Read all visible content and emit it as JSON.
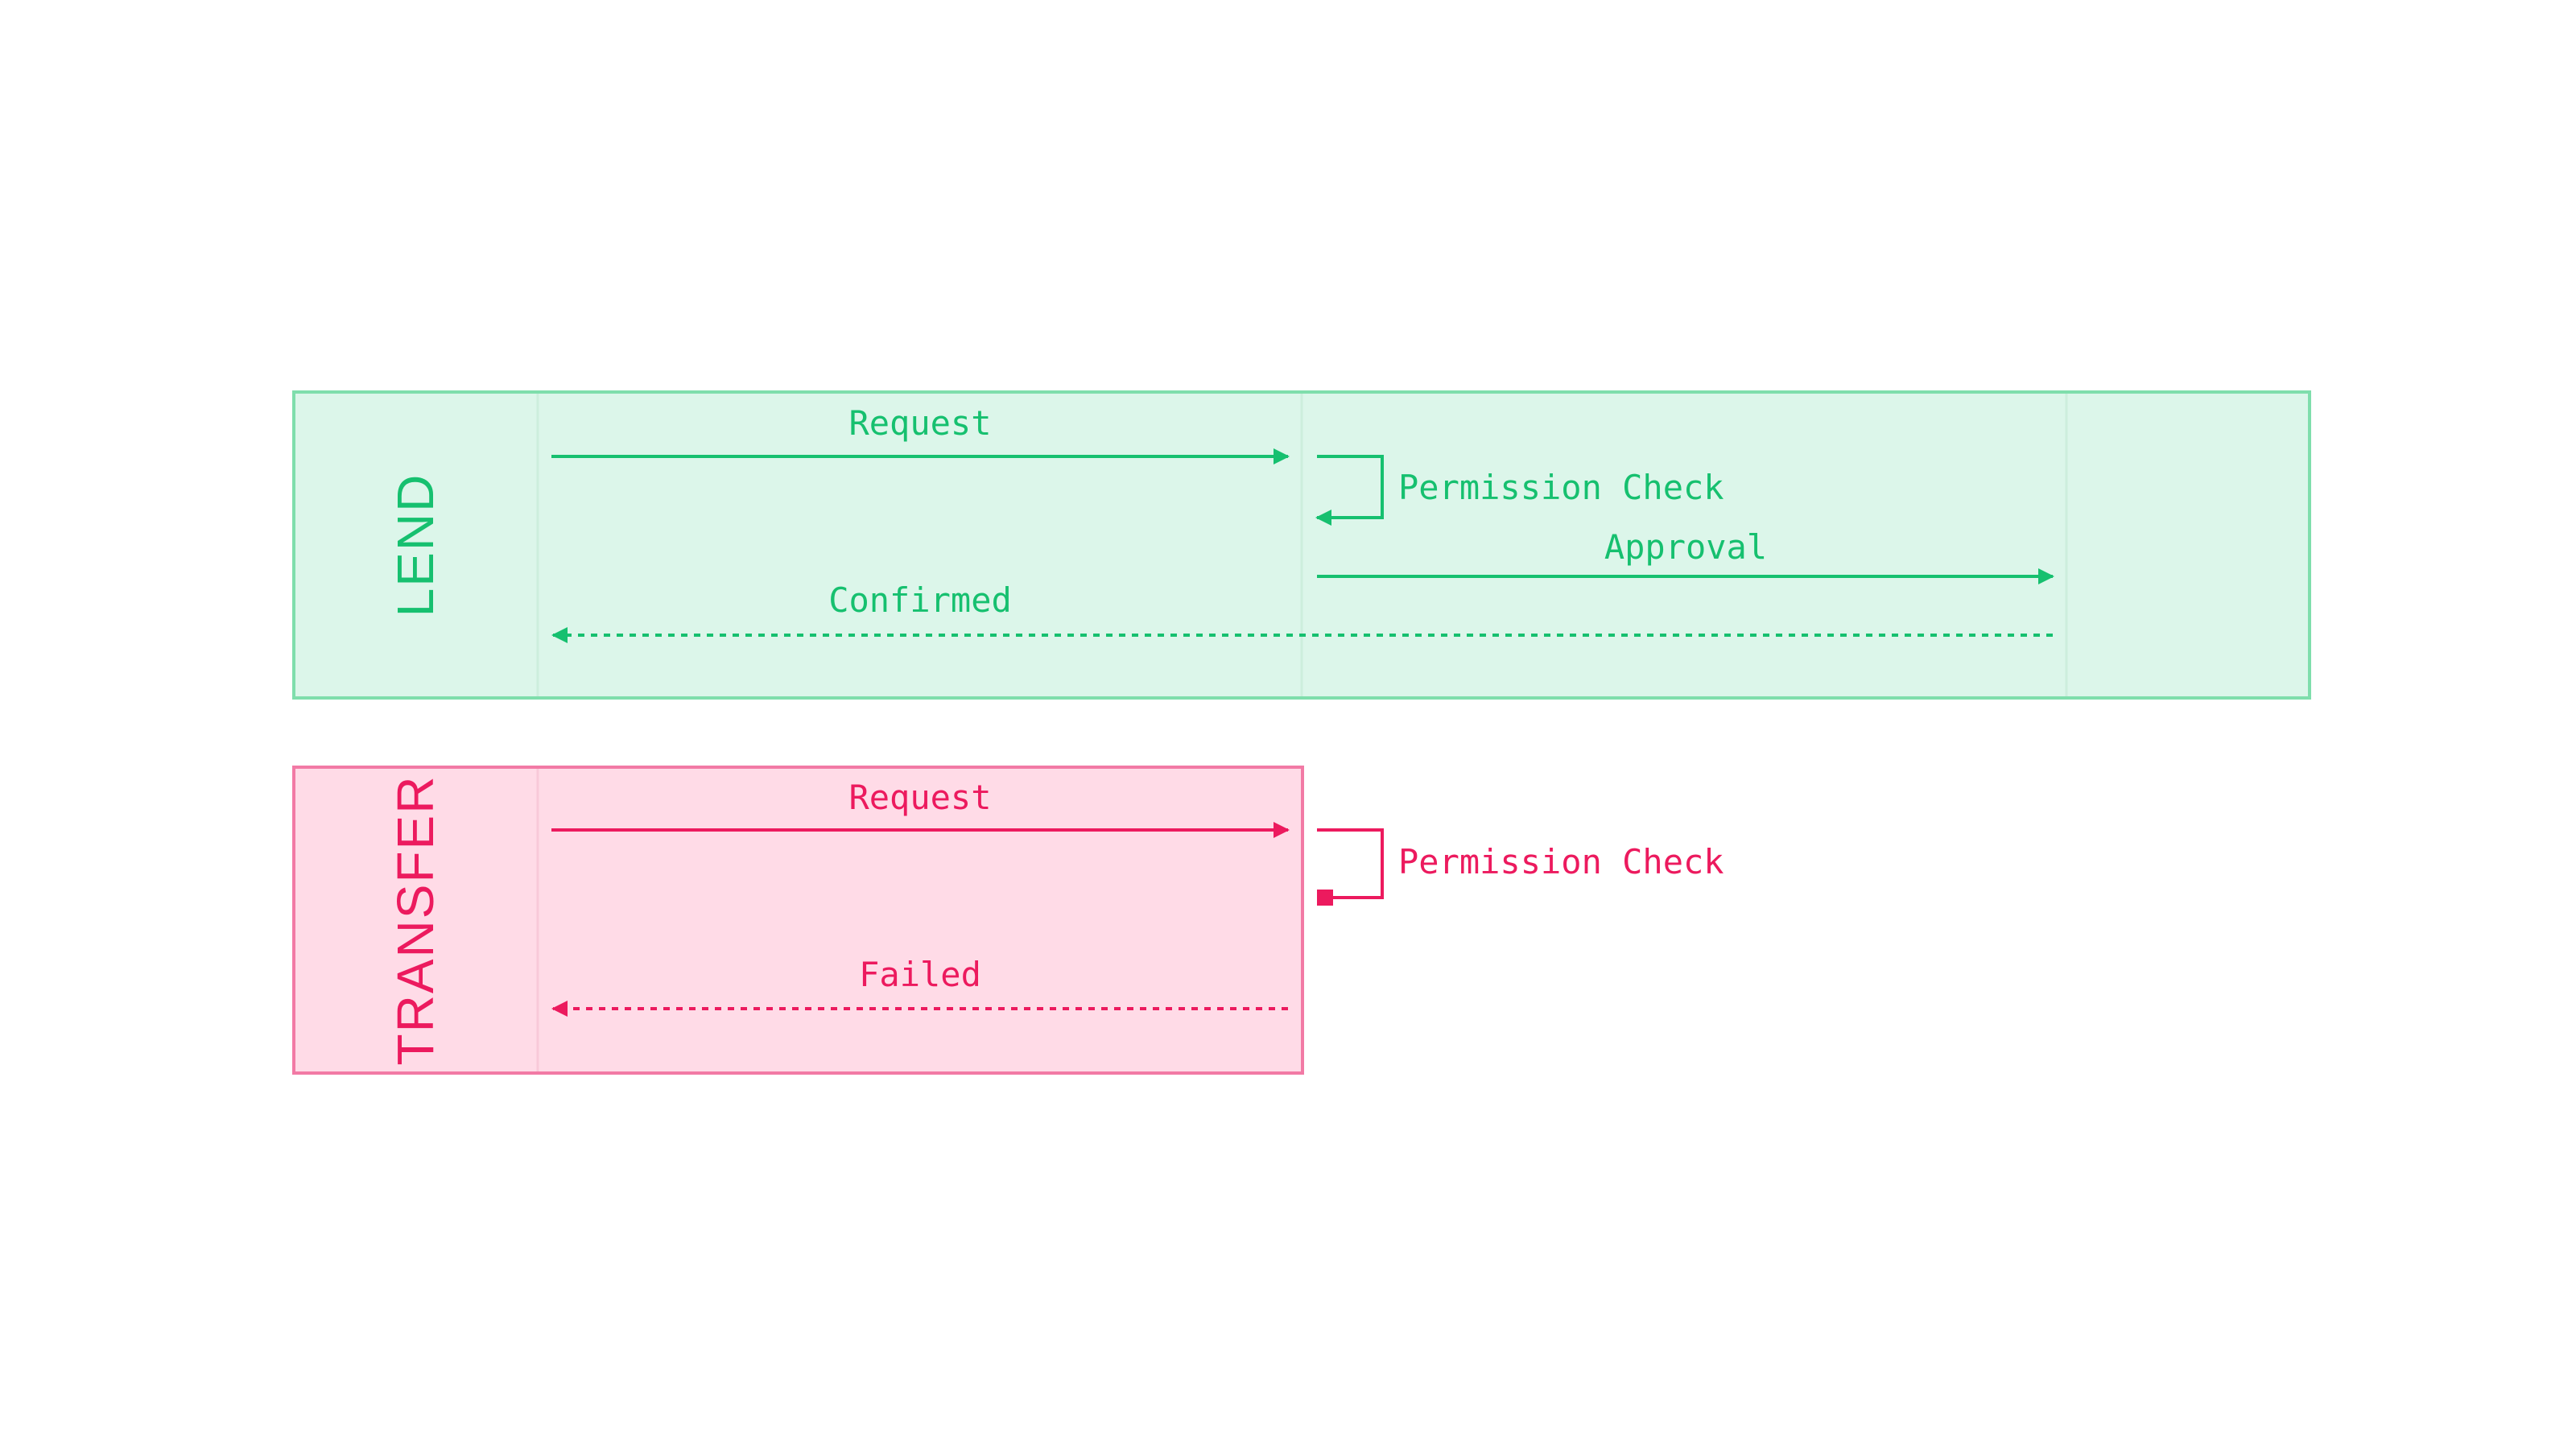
{
  "colors": {
    "lend_fill": "#dcf6ea",
    "lend_stroke": "#7fdeac",
    "lend_accent": "#16c06f",
    "transfer_fill": "#ffdbe7",
    "transfer_stroke": "#f27aa5",
    "transfer_accent": "#ec1a5e"
  },
  "lend": {
    "title": "LEND",
    "messages": {
      "request": "Request",
      "permission_check": "Permission Check",
      "approval": "Approval",
      "confirmed": "Confirmed"
    }
  },
  "transfer": {
    "title": "TRANSFER",
    "messages": {
      "request": "Request",
      "permission_check": "Permission Check",
      "failed": "Failed"
    }
  }
}
